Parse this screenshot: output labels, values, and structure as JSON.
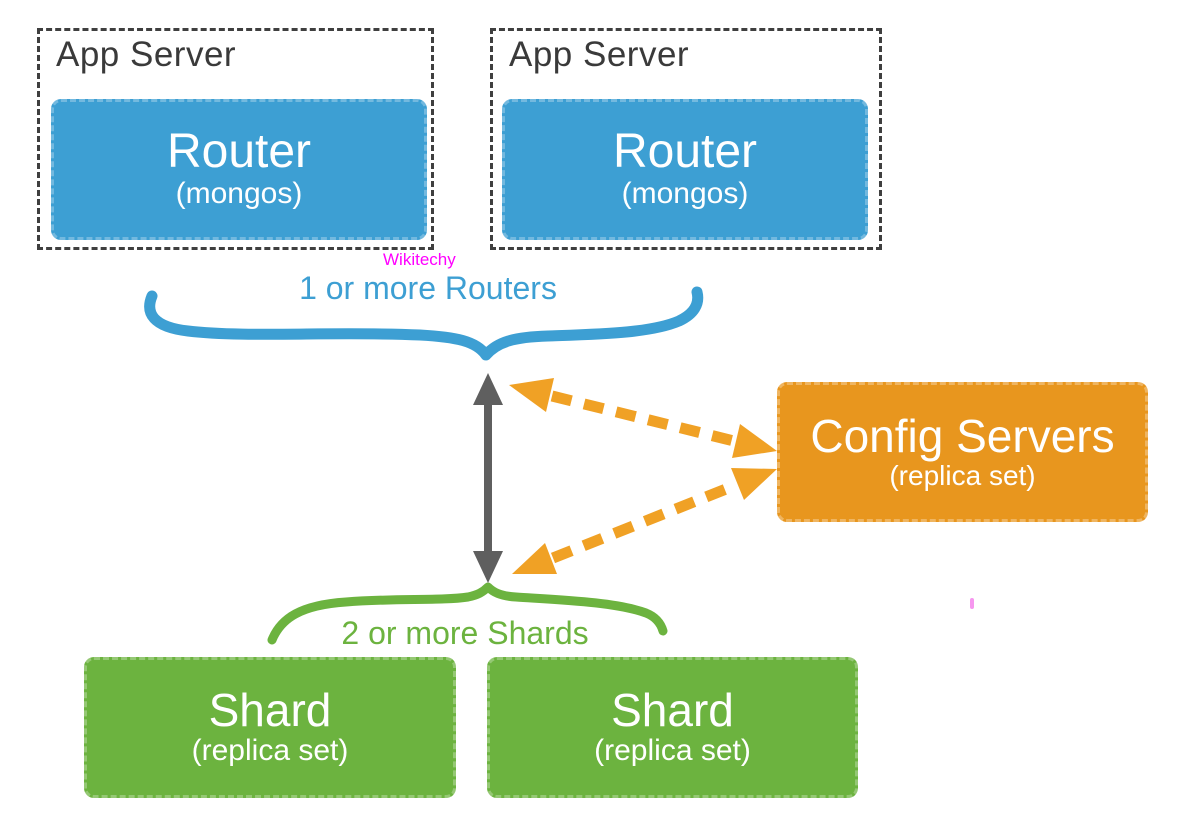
{
  "watermark": {
    "text": "Wikitechy"
  },
  "app_servers": [
    {
      "label": "App Server",
      "router": {
        "title": "Router",
        "subtitle": "(mongos)"
      }
    },
    {
      "label": "App Server",
      "router": {
        "title": "Router",
        "subtitle": "(mongos)"
      }
    }
  ],
  "captions": {
    "routers": "1 or more Routers",
    "shards": "2 or more Shards"
  },
  "config_servers": {
    "title": "Config Servers",
    "subtitle": "(replica set)"
  },
  "shards": [
    {
      "title": "Shard",
      "subtitle": "(replica set)"
    },
    {
      "title": "Shard",
      "subtitle": "(replica set)"
    }
  ],
  "colors": {
    "blue": "#3D9FD3",
    "green": "#6CB33F",
    "orange": "#E8961E",
    "arrow_orange": "#F0A125",
    "gray": "#5F5F5F",
    "dashed_border": "#3F3F3F",
    "label_text": "#3A3A3A",
    "magenta": "#FF00FF"
  }
}
